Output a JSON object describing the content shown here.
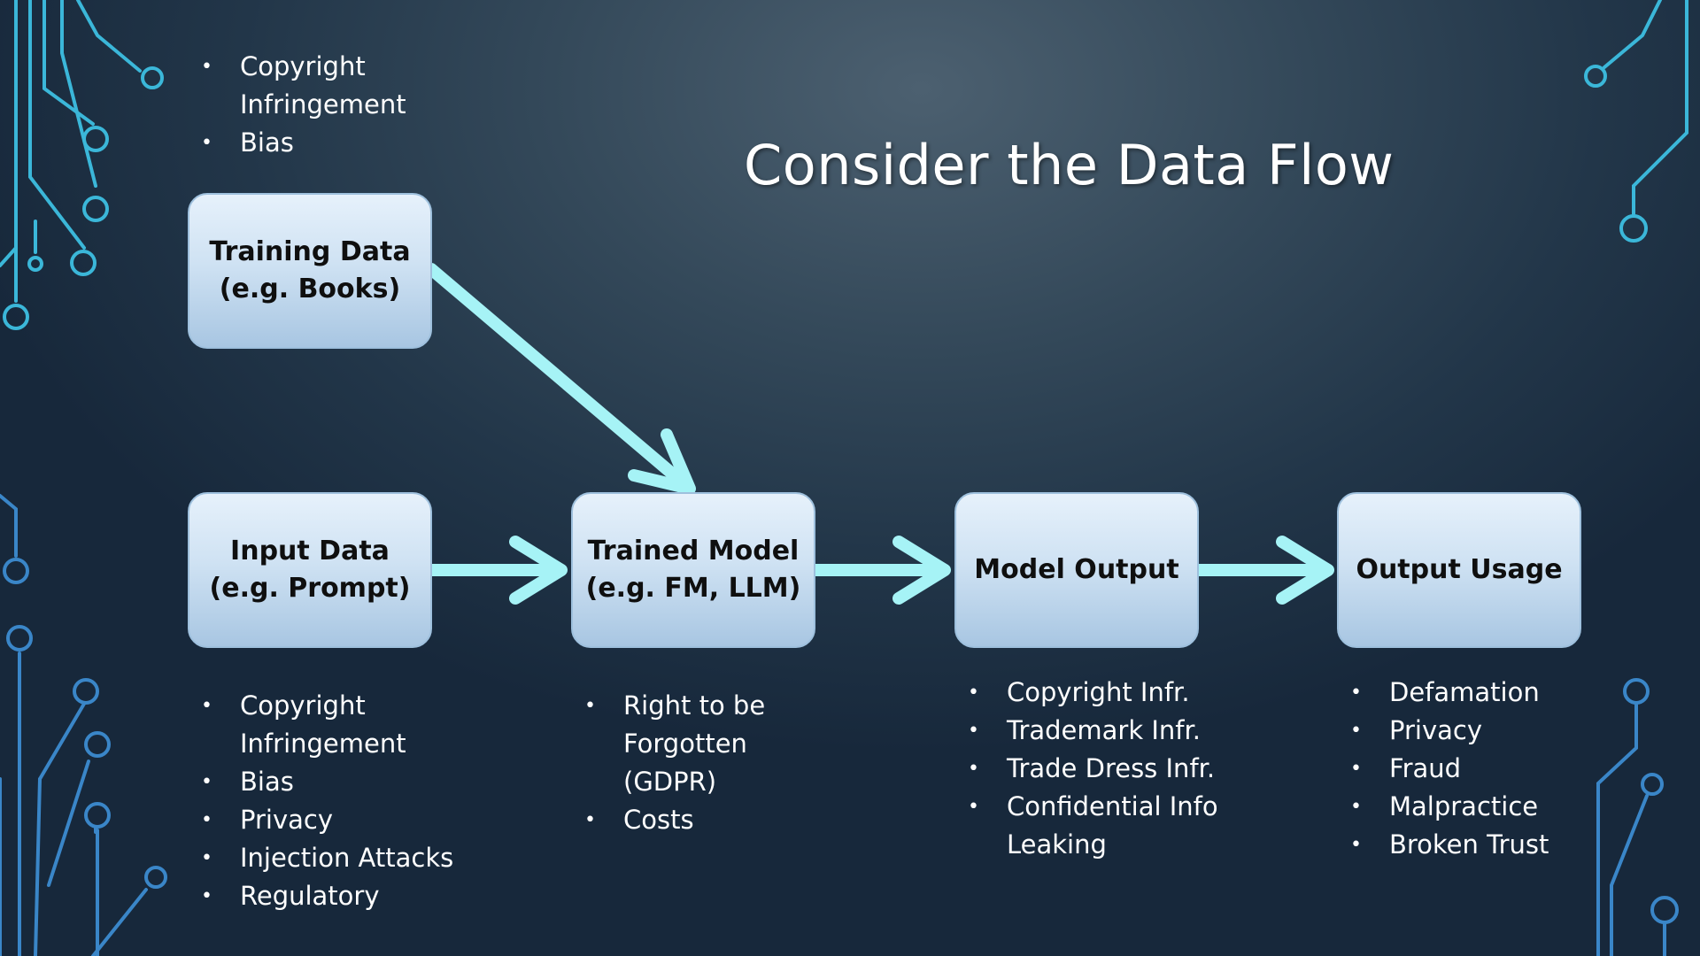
{
  "slide": {
    "title": "Consider the Data Flow",
    "accent_color": "#a6f3f6",
    "box_color": "#cfe2f3"
  },
  "nodes": {
    "training_data": {
      "line1": "Training Data",
      "line2": "(e.g. Books)"
    },
    "input_data": {
      "line1": "Input Data",
      "line2": "(e.g. Prompt)"
    },
    "trained_model": {
      "line1": "Trained Model",
      "line2": "(e.g. FM, LLM)"
    },
    "model_output": {
      "line1": "Model Output"
    },
    "output_usage": {
      "line1": "Output Usage"
    }
  },
  "edges": [
    {
      "from": "training_data",
      "to": "trained_model"
    },
    {
      "from": "input_data",
      "to": "trained_model"
    },
    {
      "from": "trained_model",
      "to": "model_output"
    },
    {
      "from": "model_output",
      "to": "output_usage"
    }
  ],
  "risks": {
    "training_data": [
      "Copyright Infringement",
      "Bias"
    ],
    "input_data": [
      "Copyright Infringement",
      "Bias",
      "Privacy",
      "Injection Attacks",
      "Regulatory"
    ],
    "trained_model": [
      "Right to be Forgotten (GDPR)",
      "Costs"
    ],
    "model_output": [
      "Copyright Infr.",
      "Trademark Infr.",
      "Trade Dress Infr.",
      "Confidential Info Leaking"
    ],
    "output_usage": [
      "Defamation",
      "Privacy",
      "Fraud",
      "Malpractice",
      "Broken Trust"
    ]
  },
  "bullet_symbol": "•"
}
